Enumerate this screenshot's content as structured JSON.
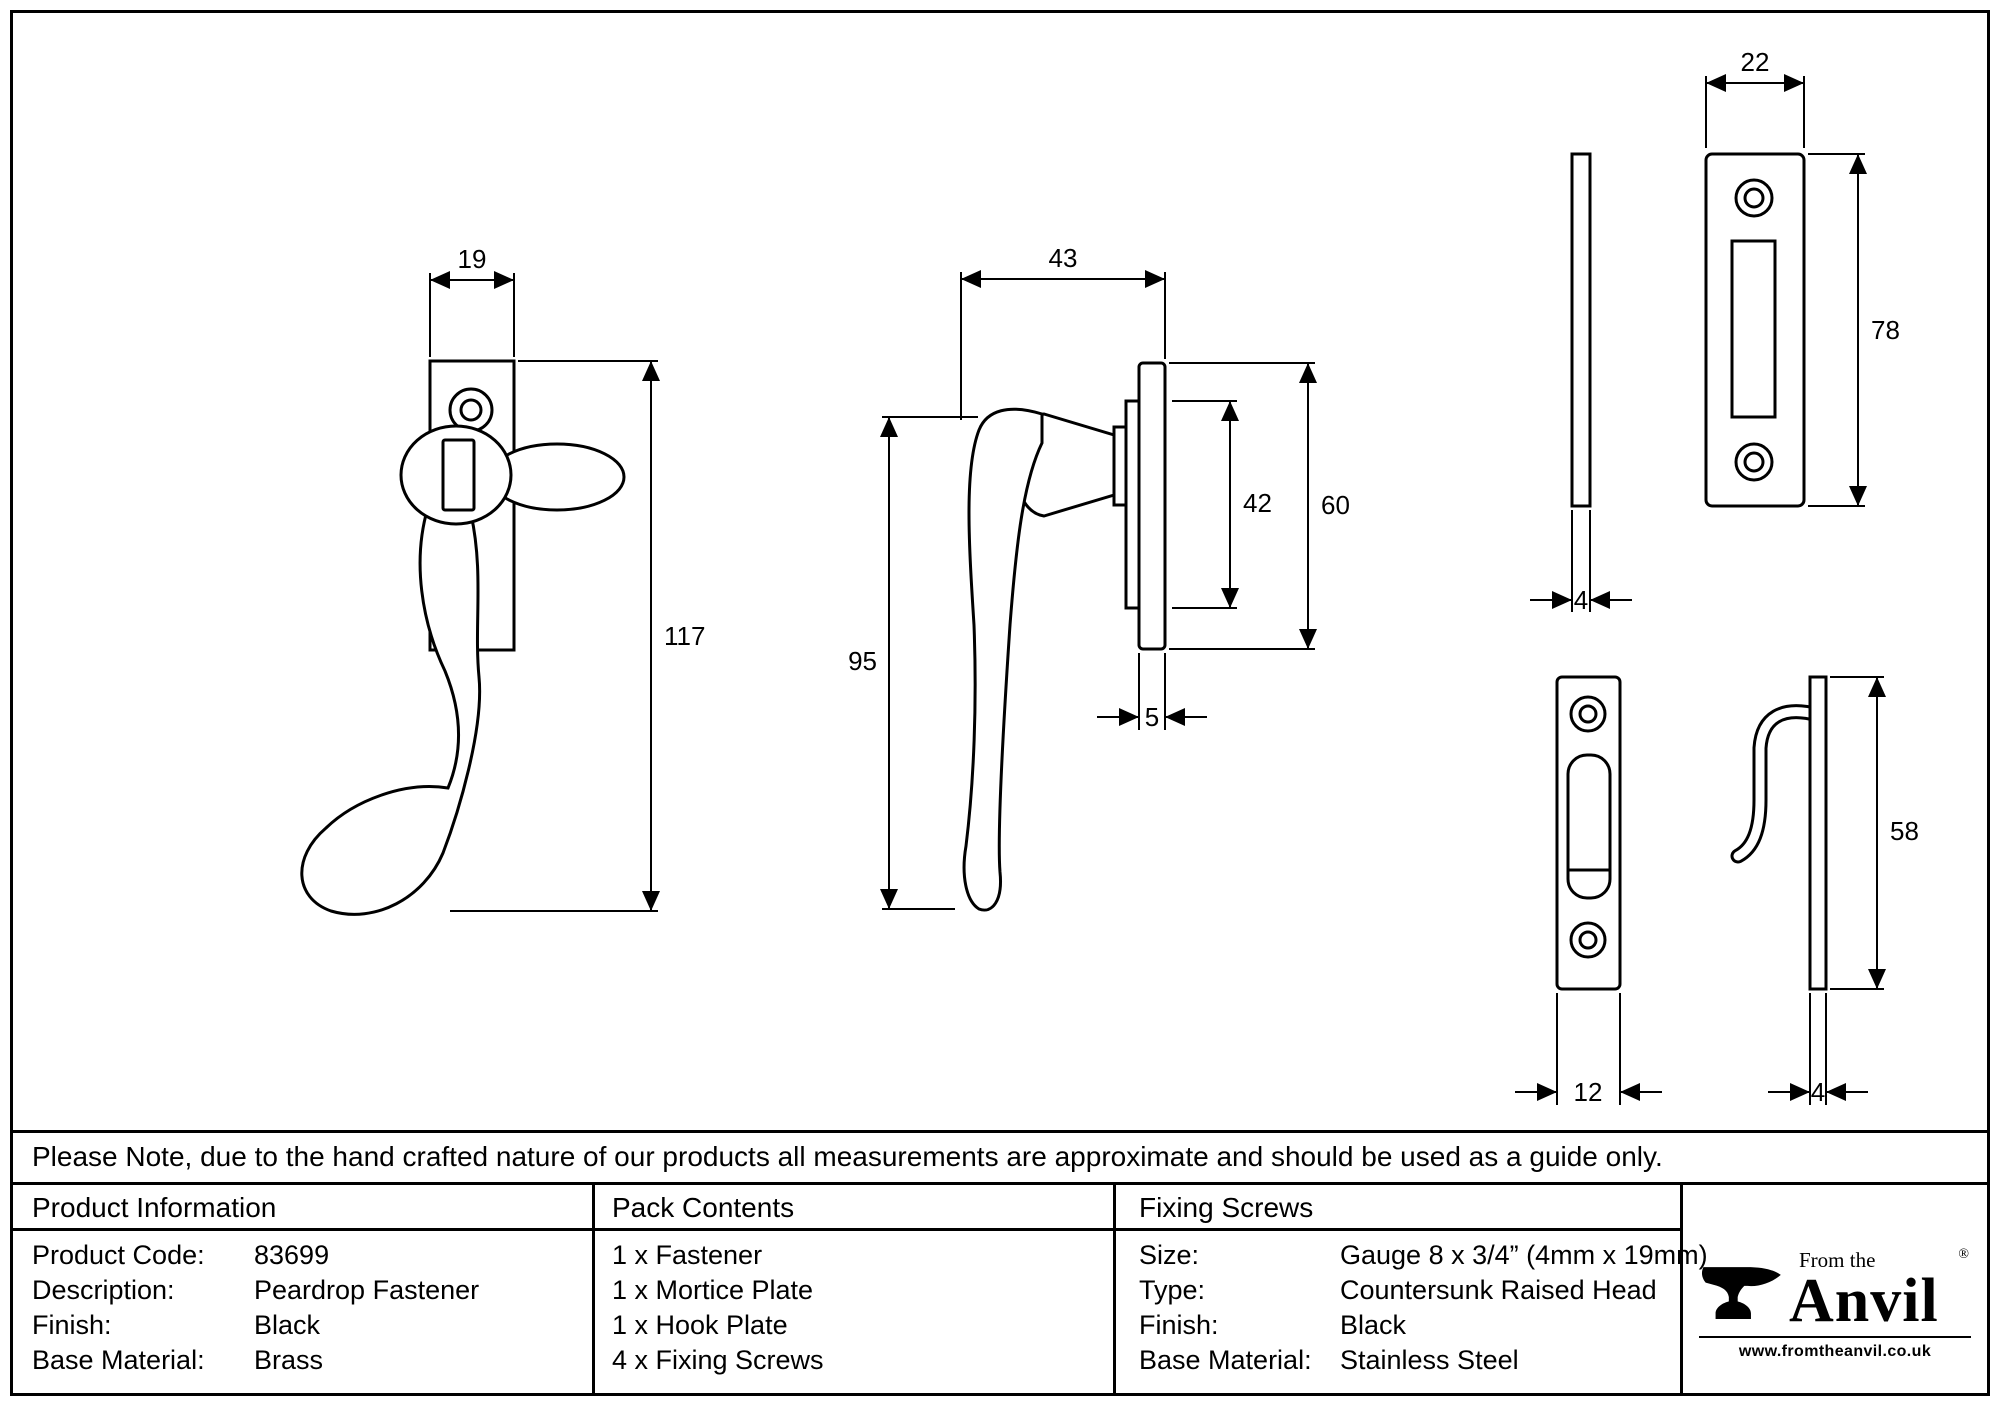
{
  "note": "Please Note, due to the hand crafted nature of our products all measurements are approximate and should be used as a guide only.",
  "dimensions": {
    "fastener_front": {
      "width": "19",
      "height": "117"
    },
    "fastener_side": {
      "width": "43",
      "length": "95",
      "rose_diameter": "42",
      "plate_height": "60",
      "plate_thickness": "5"
    },
    "mortice_plate": {
      "width": "22",
      "height": "78",
      "thickness": "4"
    },
    "hook_plate": {
      "width": "12",
      "height": "58",
      "thickness": "4"
    }
  },
  "table": {
    "product_information": {
      "title": "Product Information",
      "rows": [
        {
          "label": "Product Code:",
          "value": "83699"
        },
        {
          "label": "Description:",
          "value": "Peardrop Fastener"
        },
        {
          "label": "Finish:",
          "value": "Black"
        },
        {
          "label": "Base Material:",
          "value": "Brass"
        }
      ]
    },
    "pack_contents": {
      "title": "Pack Contents",
      "items": [
        "1 x Fastener",
        "1 x Mortice Plate",
        "1 x Hook Plate",
        "4 x Fixing Screws"
      ]
    },
    "fixing_screws": {
      "title": "Fixing Screws",
      "rows": [
        {
          "label": "Size:",
          "value": "Gauge 8 x 3/4” (4mm x 19mm)"
        },
        {
          "label": "Type:",
          "value": "Countersunk Raised Head"
        },
        {
          "label": "Finish:",
          "value": "Black"
        },
        {
          "label": "Base Material:",
          "value": "Stainless Steel"
        }
      ]
    }
  },
  "logo": {
    "from_the": "From the",
    "name": "Anvil",
    "registered": "®",
    "url": "www.fromtheanvil.co.uk"
  }
}
